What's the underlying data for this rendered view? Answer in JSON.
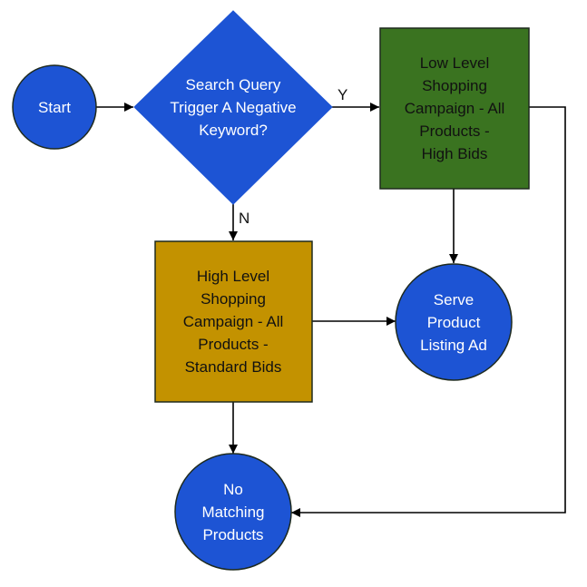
{
  "colors": {
    "blue": "#1d54d4",
    "green": "#3a7320",
    "gold": "#c39200",
    "stroke": "#1e2a1e",
    "edge": "#000000",
    "text_light": "#ffffff",
    "text_dark": "#111111"
  },
  "nodes": {
    "start": {
      "lines": [
        "Start"
      ]
    },
    "decision": {
      "lines": [
        "Search Query",
        "Trigger A Negative",
        "Keyword?"
      ]
    },
    "low_level": {
      "lines": [
        "Low Level",
        "Shopping",
        "Campaign - All",
        "Products -",
        "High Bids"
      ]
    },
    "high_level": {
      "lines": [
        "High Level",
        "Shopping",
        "Campaign - All",
        "Products -",
        "Standard Bids"
      ]
    },
    "serve": {
      "lines": [
        "Serve",
        "Product",
        "Listing Ad"
      ]
    },
    "no_match": {
      "lines": [
        "No",
        "Matching",
        "Products"
      ]
    }
  },
  "edges": {
    "yes_label": "Y",
    "no_label": "N"
  }
}
